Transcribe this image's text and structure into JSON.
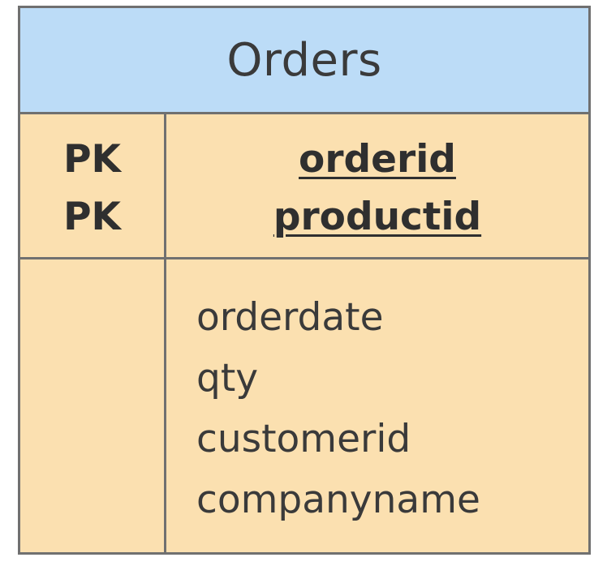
{
  "entity": {
    "title": "Orders",
    "colors": {
      "header": "#bcdcf7",
      "body": "#fbe0b0",
      "border": "#707070"
    },
    "primary_keys": [
      {
        "marker": "PK",
        "field": "orderid"
      },
      {
        "marker": "PK",
        "field": "productid"
      }
    ],
    "attributes": [
      "orderdate",
      "qty",
      "customerid",
      "companyname"
    ]
  }
}
